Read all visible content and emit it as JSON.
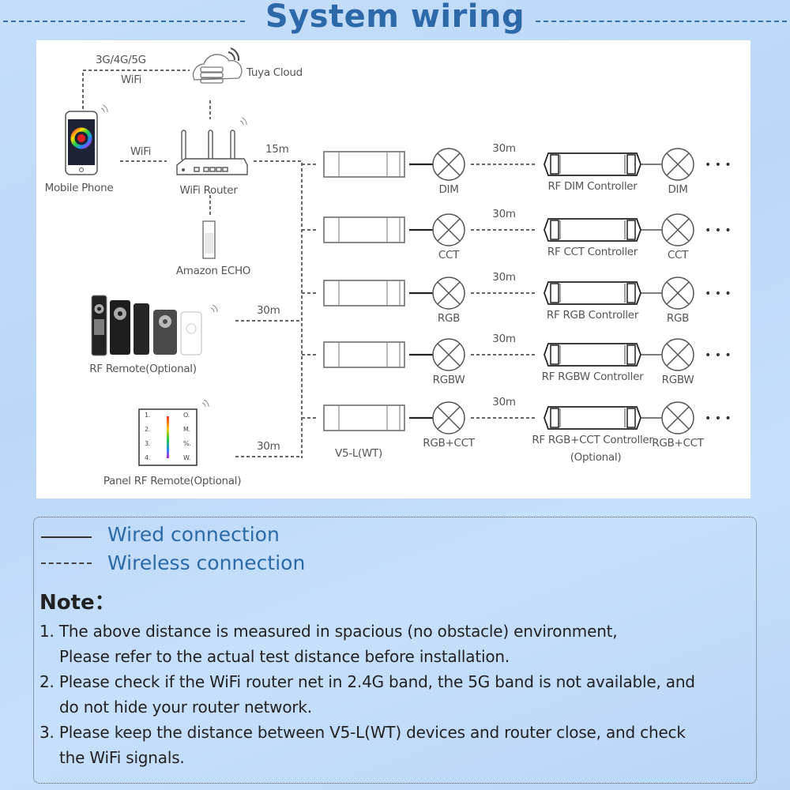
{
  "header": {
    "title": "System wiring"
  },
  "diagram": {
    "cloud_link_label_top": "3G/4G/5G",
    "cloud_link_label_bottom": "WiFi",
    "tuya_cloud": "Tuya Cloud",
    "phone_router_label": "WiFi",
    "mobile_phone": "Mobile Phone",
    "wifi_router": "WiFi Router",
    "router_distance": "15m",
    "amazon_echo": "Amazon ECHO",
    "rf_remote": "RF Remote(Optional)",
    "rf_remote_distance": "30m",
    "panel_remote": "Panel RF Remote(Optional)",
    "panel_remote_distance": "30m",
    "panel_keys_left": [
      "1.",
      "2.",
      "3.",
      "4."
    ],
    "panel_keys_right": [
      "O.",
      "M.",
      "%.",
      "W."
    ],
    "device_label": "V5-L(WT)",
    "rows": [
      {
        "lamp": "DIM",
        "distance": "30m",
        "controller": "RF DIM Controller",
        "lamp2": "DIM",
        "more": "• • •"
      },
      {
        "lamp": "CCT",
        "distance": "30m",
        "controller": "RF CCT Controller",
        "lamp2": "CCT",
        "more": "• • •"
      },
      {
        "lamp": "RGB",
        "distance": "30m",
        "controller": "RF RGB Controller",
        "lamp2": "RGB",
        "more": "• • •"
      },
      {
        "lamp": "RGBW",
        "distance": "30m",
        "controller": "RF RGBW Controller",
        "lamp2": "RGBW",
        "more": "• • •"
      },
      {
        "lamp": "RGB+CCT",
        "distance": "30m",
        "controller": "RF RGB+CCT Controller",
        "controller_note": "(Optional)",
        "lamp2": "RGB+CCT",
        "more": "• • •"
      }
    ]
  },
  "legend": {
    "wired": "Wired connection",
    "wireless": "Wireless connection"
  },
  "notes": {
    "title": "Note：",
    "lines": [
      "1. The above distance is measured in spacious (no obstacle) environment,",
      "Please refer to the actual test distance before installation.",
      "2. Please check if the WiFi router net in 2.4G band, the 5G band is not available, and",
      "do not hide your router network.",
      "3. Please keep the distance between V5-L(WT) devices and router close, and check",
      "the WiFi signals."
    ]
  }
}
